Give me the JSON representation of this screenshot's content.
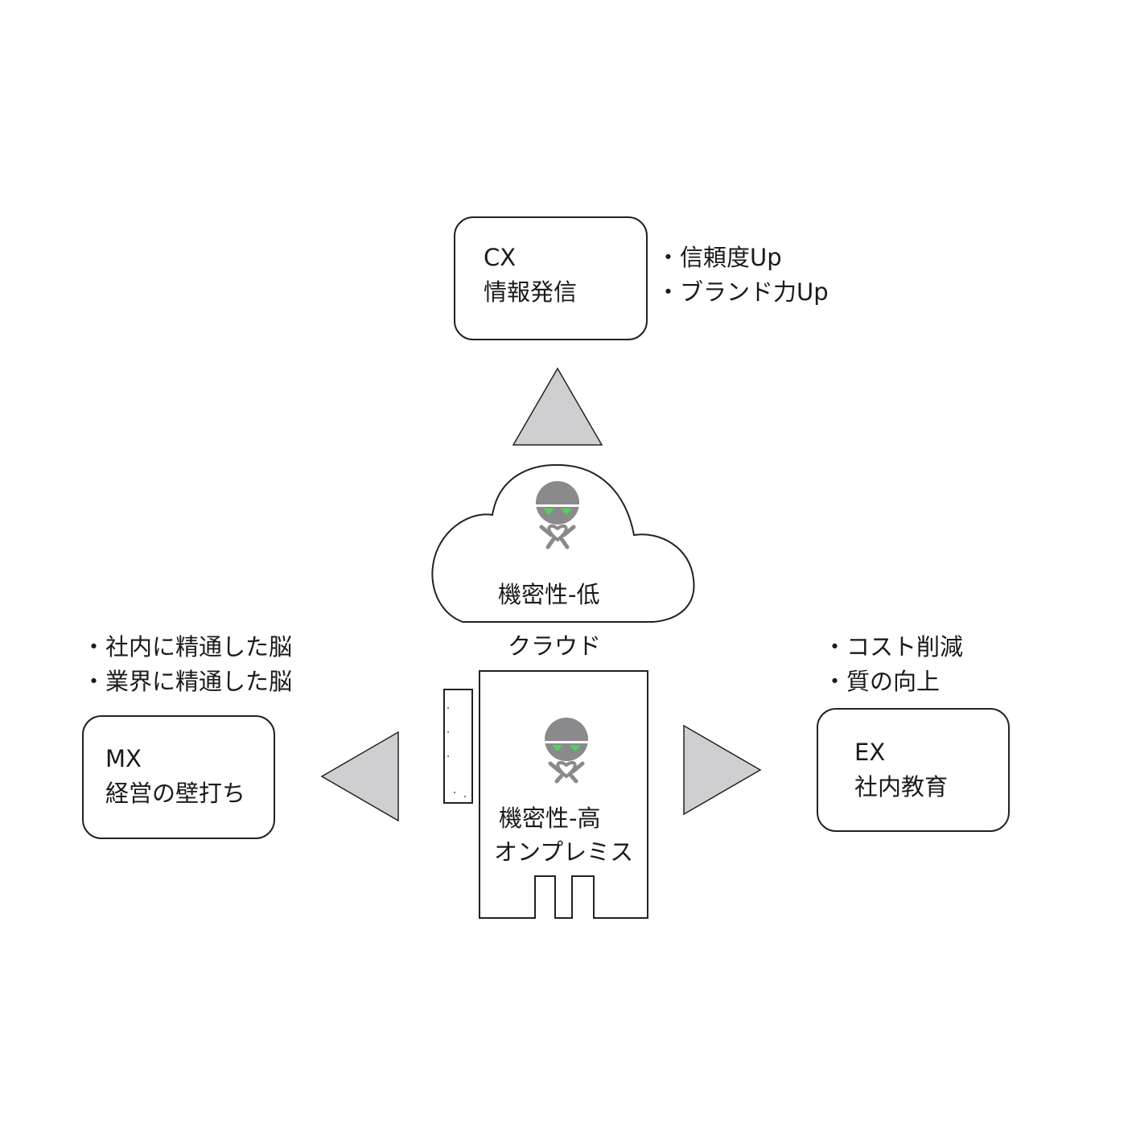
{
  "cx": {
    "title": "CX",
    "subtitle": "情報発信",
    "benefits": [
      "信頼度Up",
      "ブランド力Up"
    ]
  },
  "mx": {
    "title": "MX",
    "subtitle": "経営の壁打ち",
    "benefits": [
      "社内に精通した脳",
      "業界に精通した脳"
    ]
  },
  "ex": {
    "title": "EX",
    "subtitle": "社内教育",
    "benefits": [
      "コスト削減",
      "質の向上"
    ]
  },
  "cloud": {
    "label": "機密性-低",
    "caption": "クラウド"
  },
  "onprem": {
    "label_line1": "機密性-高",
    "label_line2": "オンプレミス"
  },
  "colors": {
    "arrow_fill": "#cfcfd1",
    "stroke": "#222222",
    "robot_gray": "#8a8a8c",
    "robot_visor": "#4fd35a"
  },
  "icons": {
    "robot": "robot-mascot-icon",
    "arrow": "triangle-arrow-icon"
  }
}
